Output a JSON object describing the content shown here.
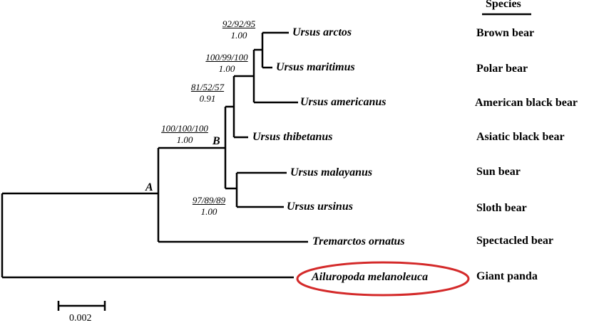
{
  "header": "Species",
  "taxa": [
    {
      "species": "Ursus arctos",
      "common": "Brown bear"
    },
    {
      "species": "Ursus maritimus",
      "common": "Polar bear"
    },
    {
      "species": "Ursus americanus",
      "common": "American black bear"
    },
    {
      "species": "Ursus thibetanus",
      "common": "Asiatic black bear"
    },
    {
      "species": "Ursus malayanus",
      "common": "Sun bear"
    },
    {
      "species": "Ursus ursinus",
      "common": "Sloth bear"
    },
    {
      "species": "Tremarctos ornatus",
      "common": "Spectacled bear"
    },
    {
      "species": "Ailuropoda melanoleuca",
      "common": "Giant panda"
    }
  ],
  "supports": [
    {
      "bootstrap": "92/92/95",
      "posterior": "1.00"
    },
    {
      "bootstrap": "100/99/100",
      "posterior": "1.00"
    },
    {
      "bootstrap": "81/52/57",
      "posterior": "0.91"
    },
    {
      "bootstrap": "100/100/100",
      "posterior": "1.00"
    },
    {
      "bootstrap": "97/89/89",
      "posterior": "1.00"
    }
  ],
  "nodes": {
    "a": "A",
    "b": "B"
  },
  "scale": "0.002",
  "highlight_color": "#d42a2a"
}
